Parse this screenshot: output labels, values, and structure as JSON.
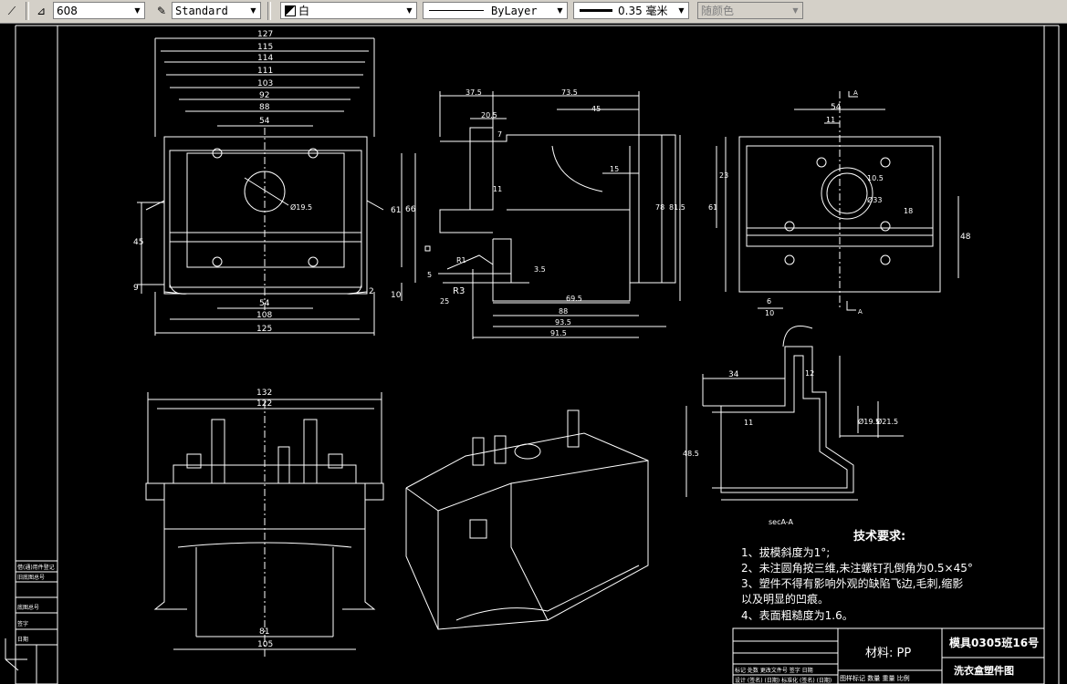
{
  "toolbar": {
    "dimstyle": "608",
    "textstyle": "Standard",
    "color": "白",
    "linetype": "ByLayer",
    "lineweight": "0.35 毫米",
    "plotstyle": "随颜色"
  },
  "dims": {
    "top": [
      "127",
      "115",
      "114",
      "111",
      "103",
      "92",
      "88",
      "54"
    ],
    "bottom": [
      "54",
      "108",
      "125"
    ],
    "left_45": "45",
    "left_9": "9",
    "right_61": "61",
    "right_66": "66",
    "right_10": "10",
    "right_2": "2",
    "phi195": "Ø19.5",
    "side_375": "37.5",
    "side_735": "73.5",
    "side_205": "20.5",
    "side_45": "45",
    "side_15": "15",
    "side_78": "78",
    "side_815": "81.5",
    "side_7": "7",
    "side_11": "11",
    "side_5": "5",
    "side_25": "25",
    "side_35": "3.5",
    "side_r1": "R1",
    "side_r3": "R3",
    "side_695": "69.5",
    "side_88": "88",
    "side_935": "93.5",
    "side_915": "91.5",
    "right_54": "54",
    "right_11": "11",
    "right_23": "23",
    "right_61b": "61",
    "right_48": "48",
    "right_105": "10.5",
    "right_phi33": "Ø33",
    "right_18": "18",
    "right_6": "6",
    "right_10b": "10",
    "right_a": "A",
    "bl_132": "132",
    "bl_122": "122",
    "bl_81": "81",
    "bl_105": "105",
    "sec_34": "34",
    "sec_12": "12",
    "sec_11": "11",
    "sec_485": "48.5",
    "sec_phi195": "Ø19.5",
    "sec_phi215": "Ø21.5",
    "sec_label": "secA-A"
  },
  "notes": {
    "title": "技术要求:",
    "items": [
      "1、拔模斜度为1°;",
      "2、未注圆角按三维,未注螺钉孔倒角为0.5×45°",
      "3、塑件不得有影响外观的缺陷飞边,毛刺,缩影",
      "以及明显的凹痕。",
      "4、表面粗糙度为1.6。"
    ]
  },
  "titleblock": {
    "material": "材料: PP",
    "school": "模具0305班16号",
    "drawing_name": "洗衣盒塑件图",
    "row1": "标记 处数 更改文件号 签字 日期",
    "row2": "设计 (签名) (日期) 标准化 (签名) (日期)",
    "cols": "图样标记  数量  重量  比例"
  },
  "margin": {
    "labels": [
      "借(通)用件登记",
      "旧底图总号",
      "底图总号",
      "签字",
      "日期"
    ]
  }
}
